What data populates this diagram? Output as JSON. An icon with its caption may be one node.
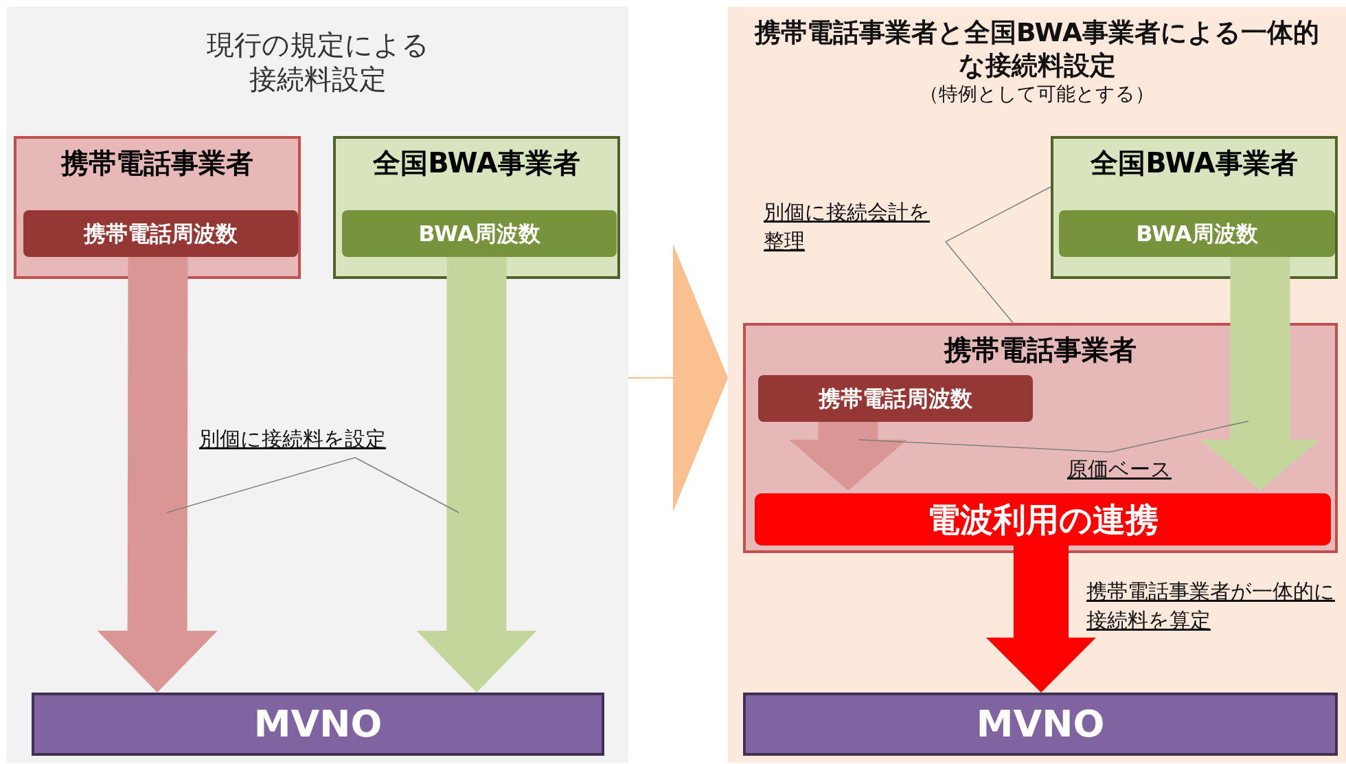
{
  "diagram": {
    "nodes": [
      {
        "text": [
          "現行の規定による接続料設定"
        ]
      },
      {
        "text": [
          "携帯電話事業者"
        ],
        "in": 0
      },
      {
        "text": [
          "携帯電話周波数"
        ],
        "in": 1
      },
      {
        "text": [
          "全国BWA事業者"
        ],
        "in": 0
      },
      {
        "text": [
          "BWA周波数"
        ],
        "in": 3
      },
      {
        "text": [
          "MVNO"
        ],
        "in": 0
      },
      {
        "text": [
          "別個に接続料を設定"
        ],
        "in": 0
      },
      {
        "text": [
          "携帯電話事業者と全国BWA事業者による一体的な接続料設定",
          "（特例として可能とする）"
        ]
      },
      {
        "text": [
          "全国BWA事業者"
        ],
        "in": 7
      },
      {
        "text": [
          "BWA周波数"
        ],
        "in": 8
      },
      {
        "text": [
          "携帯電話事業者"
        ],
        "in": 7
      },
      {
        "text": [
          "携帯電話周波数"
        ],
        "in": 10
      },
      {
        "text": [
          "電波利用の連携"
        ],
        "in": 10
      },
      {
        "text": [
          "MVNO"
        ],
        "in": 7
      },
      {
        "text": [
          "別個に接続会計を整理"
        ],
        "in": 7
      },
      {
        "text": [
          "原価ベース"
        ],
        "in": 10
      }
    ],
    "edges": [
      {
        "from": 2,
        "to": 5,
        "arrow": "to",
        "style": "thick",
        "color": "#d99694"
      },
      {
        "from": 4,
        "to": 5,
        "arrow": "to",
        "style": "thick",
        "color": "#c3d69b"
      },
      {
        "from": 6,
        "to": null,
        "arrow": "none"
      },
      {
        "from": 6,
        "to": null,
        "arrow": "none"
      },
      {
        "from": 0,
        "to": 7,
        "arrow": "to",
        "color": "#fac090"
      },
      {
        "from": 14,
        "to": 8,
        "arrow": "none"
      },
      {
        "from": 14,
        "to": 10,
        "arrow": "none"
      },
      {
        "from": 11,
        "to": 12,
        "arrow": "to",
        "style": "thick",
        "color": "#d99694"
      },
      {
        "from": 9,
        "to": 12,
        "arrow": "to",
        "style": "thick",
        "color": "#c3d69b"
      },
      {
        "from": 15,
        "to": null,
        "arrow": "none"
      },
      {
        "from": 15,
        "to": null,
        "arrow": "none"
      },
      {
        "from": 12,
        "to": 13,
        "arrow": "to",
        "style": "thick",
        "color": "#ff0000",
        "label": "携帯電話事業者が一体的に接続料を算定"
      }
    ]
  }
}
